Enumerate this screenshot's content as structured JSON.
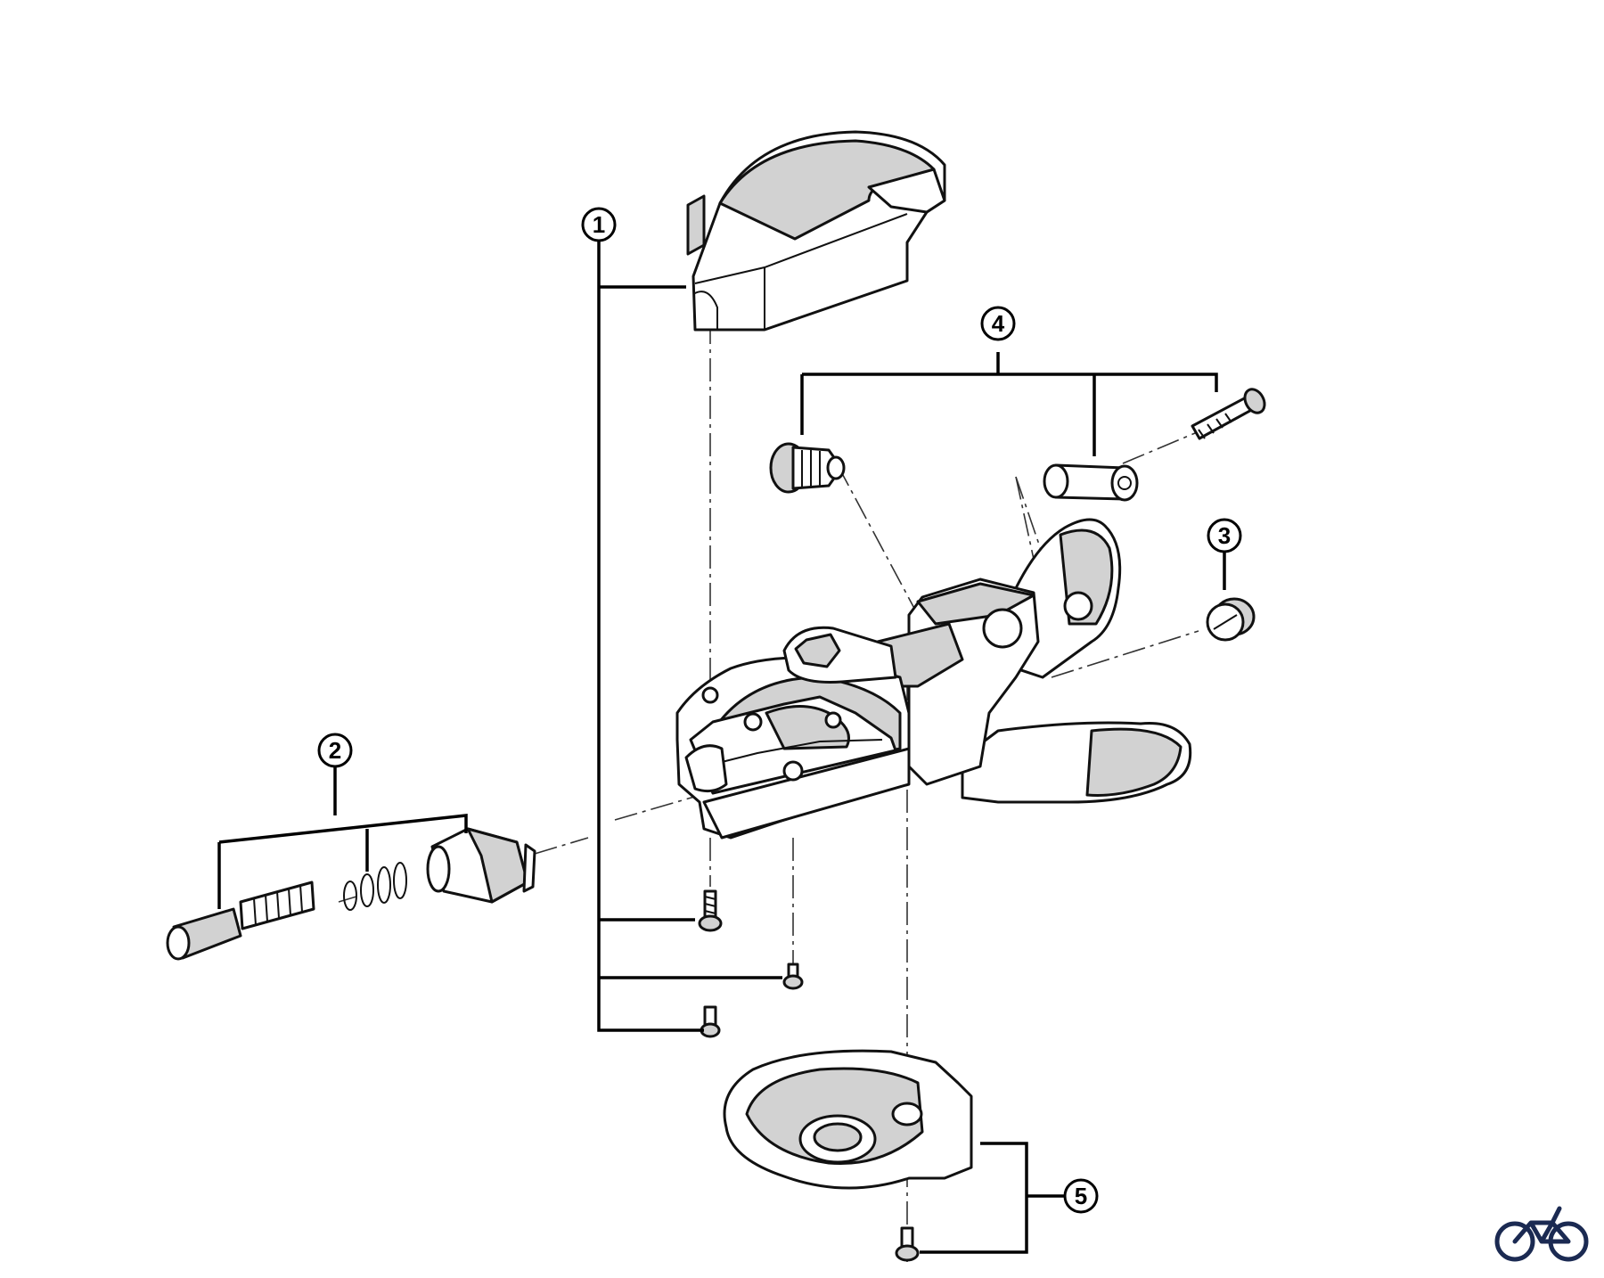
{
  "callouts": [
    {
      "id": "1",
      "label": "1"
    },
    {
      "id": "2",
      "label": "2"
    },
    {
      "id": "3",
      "label": "3"
    },
    {
      "id": "4",
      "label": "4"
    },
    {
      "id": "5",
      "label": "5"
    }
  ],
  "colors": {
    "line": "#111111",
    "shade": "#d2d2d2",
    "logo": "#1b2a52"
  },
  "icons": {
    "logo": "bicycle-icon"
  }
}
